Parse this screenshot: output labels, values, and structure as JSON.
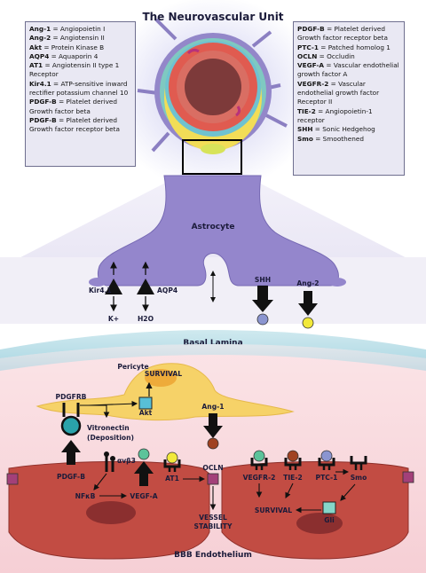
{
  "title": "The Neurovascular Unit",
  "legend_left": [
    {
      "abbr": "Ang-1",
      "text": " = Angiopoietin I"
    },
    {
      "abbr": "Ang-2",
      "text": " = Angiotensin II"
    },
    {
      "abbr": "Akt",
      "text": " = Protein Kinase B"
    },
    {
      "abbr": "AQP4",
      "text": " = Aquaporin 4"
    },
    {
      "abbr": "AT1",
      "text": " = Angiotensin II type 1 Receptor"
    },
    {
      "abbr": "Kir4.1",
      "text": " = ATP-sensitive inward rectifier potassium channel 10"
    },
    {
      "abbr": "PDGF-B",
      "text": " = Platelet derived Growth factor beta"
    },
    {
      "abbr": "PDGF-B",
      "text": " = Platelet derived Growth factor receptor beta"
    }
  ],
  "legend_right": [
    {
      "abbr": "PDGF-B",
      "text": " = Platelet derived Growth factor receptor beta"
    },
    {
      "abbr": "PTC-1",
      "text": " = Patched homolog 1"
    },
    {
      "abbr": "OCLN",
      "text": " = Occludin"
    },
    {
      "abbr": "VEGF-A",
      "text": " = Vascular endothelial growth factor A"
    },
    {
      "abbr": "VEGFR-2",
      "text": " = Vascular endothelial growth factor Receptor II"
    },
    {
      "abbr": "TIE-2",
      "text": " = Angiopoietin-1 receptor"
    },
    {
      "abbr": "SHH",
      "text": " = Sonic Hedgehog"
    },
    {
      "abbr": "Smo",
      "text": " = Smoothened"
    }
  ],
  "sections": {
    "astrocyte": "Astrocyte",
    "basal_lamina": "Basal Lamina",
    "pericyte": "Pericyte",
    "endothelium": "BBB Endothelium"
  },
  "labels": {
    "kir41": "Kir4.1",
    "aqp4": "AQP4",
    "kplus": "K+",
    "h2o": "H2O",
    "shh": "SHH",
    "ang2": "Ang-2",
    "survival_top": "SURVIVAL",
    "pdgfrb": "PDGFRB",
    "akt": "Akt",
    "ang1": "Ang-1",
    "vitronectin": "Vitronectin",
    "deposition": "(Deposition)",
    "avb3": "αvβ3",
    "pdgfb": "PDGF-B",
    "nfkb": "NFκB",
    "vegfa": "VEGF-A",
    "at1": "AT1",
    "ocln": "OCLN",
    "vessel": "VESSEL",
    "stability": "STABILITY",
    "vegfr2": "VEGFR-2",
    "tie2": "TIE-2",
    "ptc1": "PTC-1",
    "smo": "Smo",
    "survival_bottom": "SURVIVAL",
    "gli": "Gli"
  }
}
